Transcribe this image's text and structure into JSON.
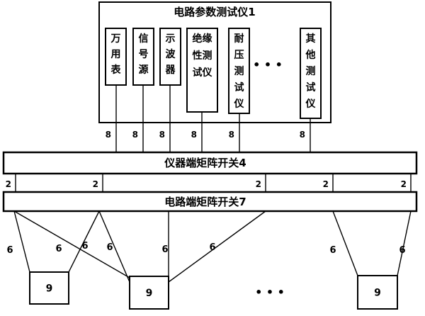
{
  "analyzer": {
    "title": "电路参数测试仪1",
    "instruments": [
      {
        "lines": [
          "万",
          "用",
          "表"
        ]
      },
      {
        "lines": [
          "信",
          "号",
          "源"
        ]
      },
      {
        "lines": [
          "示",
          "波",
          "器"
        ]
      },
      {
        "lines": [
          "绝缘",
          "性测",
          "试仪"
        ]
      },
      {
        "lines": [
          "耐",
          "压",
          "测",
          "试",
          "仪"
        ]
      },
      {
        "lines": [
          "其",
          "他",
          "测",
          "试",
          "仪"
        ]
      }
    ],
    "ellipsis": "• • •"
  },
  "instrument_bus_label": "8",
  "instrument_matrix": {
    "label": "仪器端矩阵开关4"
  },
  "link_bus_label": "2",
  "circuit_matrix": {
    "label": "电路端矩阵开关7"
  },
  "circuit_bus_label": "6",
  "circuits": {
    "box_label": "9",
    "ellipsis": "• • •"
  }
}
